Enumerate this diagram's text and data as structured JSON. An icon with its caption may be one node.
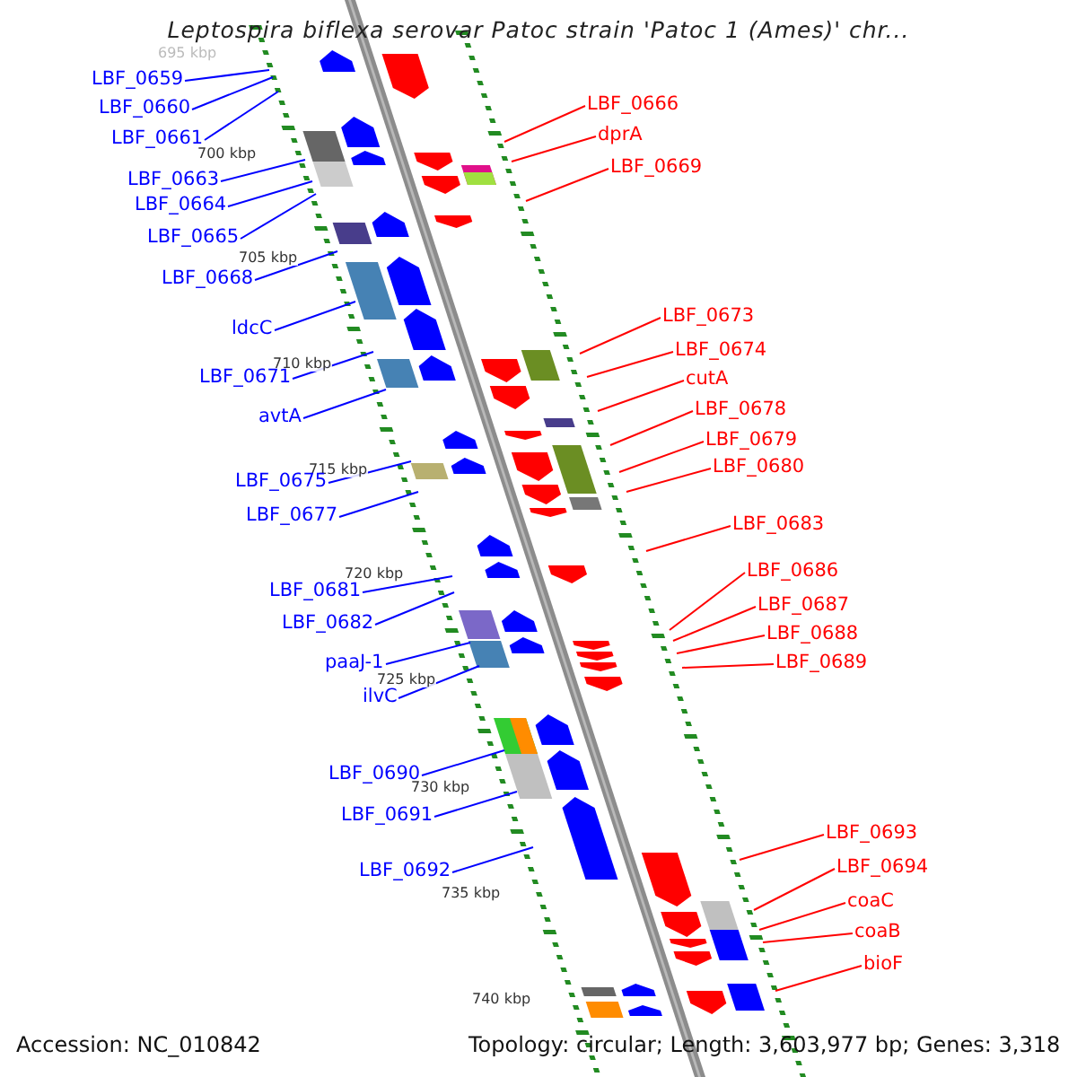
{
  "diagram": {
    "title": "Leptospira biflexa serovar Patoc strain 'Patoc 1 (Ames)' chr...",
    "nodes": [
      {
        "text": [
          "LBF_0659"
        ]
      },
      {
        "text": [
          "LBF_0660"
        ]
      },
      {
        "text": [
          "LBF_0661"
        ]
      },
      {
        "text": [
          "LBF_0663"
        ]
      },
      {
        "text": [
          "LBF_0664"
        ]
      },
      {
        "text": [
          "LBF_0665"
        ]
      },
      {
        "text": [
          "LBF_0668"
        ]
      },
      {
        "text": [
          "ldcC"
        ]
      },
      {
        "text": [
          "LBF_0671"
        ]
      },
      {
        "text": [
          "avtA"
        ]
      },
      {
        "text": [
          "LBF_0675"
        ]
      },
      {
        "text": [
          "LBF_0677"
        ]
      },
      {
        "text": [
          "LBF_0681"
        ]
      },
      {
        "text": [
          "LBF_0682"
        ]
      },
      {
        "text": [
          "paaJ-1"
        ]
      },
      {
        "text": [
          "ilvC"
        ]
      },
      {
        "text": [
          "LBF_0690"
        ]
      },
      {
        "text": [
          "LBF_0691"
        ]
      },
      {
        "text": [
          "LBF_0692"
        ]
      },
      {
        "text": [
          "LBF_0666"
        ]
      },
      {
        "text": [
          "dprA"
        ]
      },
      {
        "text": [
          "LBF_0669"
        ]
      },
      {
        "text": [
          "LBF_0673"
        ]
      },
      {
        "text": [
          "LBF_0674"
        ]
      },
      {
        "text": [
          "cutA"
        ]
      },
      {
        "text": [
          "LBF_0678"
        ]
      },
      {
        "text": [
          "LBF_0679"
        ]
      },
      {
        "text": [
          "LBF_0680"
        ]
      },
      {
        "text": [
          "LBF_0683"
        ]
      },
      {
        "text": [
          "LBF_0686"
        ]
      },
      {
        "text": [
          "LBF_0687"
        ]
      },
      {
        "text": [
          "LBF_0688"
        ]
      },
      {
        "text": [
          "LBF_0689"
        ]
      },
      {
        "text": [
          "LBF_0693"
        ]
      },
      {
        "text": [
          "LBF_0694"
        ]
      },
      {
        "text": [
          "coaC"
        ]
      },
      {
        "text": [
          "coaB"
        ]
      },
      {
        "text": [
          "bioF"
        ]
      }
    ],
    "edges": [
      {
        "from": 0,
        "to": null,
        "arrow": "none",
        "color": "#0000ff"
      },
      {
        "from": 1,
        "to": null,
        "arrow": "none",
        "color": "#0000ff"
      },
      {
        "from": 2,
        "to": null,
        "arrow": "none",
        "color": "#0000ff"
      },
      {
        "from": 3,
        "to": null,
        "arrow": "none",
        "color": "#0000ff"
      },
      {
        "from": 4,
        "to": null,
        "arrow": "none",
        "color": "#0000ff"
      },
      {
        "from": 5,
        "to": null,
        "arrow": "none",
        "color": "#0000ff"
      },
      {
        "from": 6,
        "to": null,
        "arrow": "none",
        "color": "#0000ff"
      },
      {
        "from": 7,
        "to": null,
        "arrow": "none",
        "color": "#0000ff"
      },
      {
        "from": 8,
        "to": null,
        "arrow": "none",
        "color": "#0000ff"
      },
      {
        "from": 9,
        "to": null,
        "arrow": "none",
        "color": "#0000ff"
      },
      {
        "from": 10,
        "to": null,
        "arrow": "none",
        "color": "#0000ff"
      },
      {
        "from": 11,
        "to": null,
        "arrow": "none",
        "color": "#0000ff"
      },
      {
        "from": 12,
        "to": null,
        "arrow": "none",
        "color": "#0000ff"
      },
      {
        "from": 13,
        "to": null,
        "arrow": "none",
        "color": "#0000ff"
      },
      {
        "from": 14,
        "to": null,
        "arrow": "none",
        "color": "#0000ff"
      },
      {
        "from": 15,
        "to": null,
        "arrow": "none",
        "color": "#0000ff"
      },
      {
        "from": 16,
        "to": null,
        "arrow": "none",
        "color": "#0000ff"
      },
      {
        "from": 17,
        "to": null,
        "arrow": "none",
        "color": "#0000ff"
      },
      {
        "from": 18,
        "to": null,
        "arrow": "none",
        "color": "#0000ff"
      },
      {
        "from": 19,
        "to": null,
        "arrow": "none",
        "color": "#ff0000"
      },
      {
        "from": 20,
        "to": null,
        "arrow": "none",
        "color": "#ff0000"
      },
      {
        "from": 21,
        "to": null,
        "arrow": "none",
        "color": "#ff0000"
      },
      {
        "from": 22,
        "to": null,
        "arrow": "none",
        "color": "#ff0000"
      },
      {
        "from": 23,
        "to": null,
        "arrow": "none",
        "color": "#ff0000"
      },
      {
        "from": 24,
        "to": null,
        "arrow": "none",
        "color": "#ff0000"
      },
      {
        "from": 25,
        "to": null,
        "arrow": "none",
        "color": "#ff0000"
      },
      {
        "from": 26,
        "to": null,
        "arrow": "none",
        "color": "#ff0000"
      },
      {
        "from": 27,
        "to": null,
        "arrow": "none",
        "color": "#ff0000"
      },
      {
        "from": 28,
        "to": null,
        "arrow": "none",
        "color": "#ff0000"
      },
      {
        "from": 29,
        "to": null,
        "arrow": "none",
        "color": "#ff0000"
      },
      {
        "from": 30,
        "to": null,
        "arrow": "none",
        "color": "#ff0000"
      },
      {
        "from": 31,
        "to": null,
        "arrow": "none",
        "color": "#ff0000"
      },
      {
        "from": 32,
        "to": null,
        "arrow": "none",
        "color": "#ff0000"
      },
      {
        "from": 33,
        "to": null,
        "arrow": "none",
        "color": "#ff0000"
      },
      {
        "from": 34,
        "to": null,
        "arrow": "none",
        "color": "#ff0000"
      },
      {
        "from": 35,
        "to": null,
        "arrow": "none",
        "color": "#ff0000"
      },
      {
        "from": 36,
        "to": null,
        "arrow": "none",
        "color": "#ff0000"
      },
      {
        "from": 37,
        "to": null,
        "arrow": "none",
        "color": "#ff0000"
      }
    ],
    "labels": [
      "695 kbp",
      "700 kbp",
      "705 kbp",
      "710 kbp",
      "715 kbp",
      "720 kbp",
      "725 kbp",
      "730 kbp",
      "735 kbp",
      "740 kbp",
      "Accession: NC_010842",
      "Topology: circular; Length: 3,603,977 bp; Genes: 3,318"
    ]
  }
}
